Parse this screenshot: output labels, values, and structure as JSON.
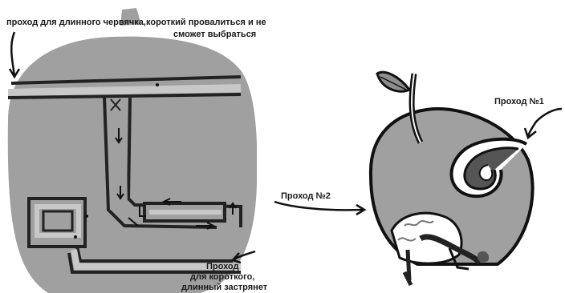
{
  "left_drawing": {
    "annotation_top_line1": "проход для длинного червячка,короткий провалиться и не",
    "annotation_top_line2": "сможет выбраться",
    "annotation_bottom_line1": "Проход",
    "annotation_bottom_line2": "для короткого,",
    "annotation_bottom_line3": "длинный застрянет"
  },
  "right_drawing": {
    "label_passage_1": "Проход №1",
    "label_passage_2": "Проход №2"
  },
  "colors": {
    "apple_fill": "#a0a0a0",
    "tunnel_light": "#c8c8c8",
    "ink": "#222222",
    "leaf": "#8e8e8e",
    "bite_white": "#ffffff"
  },
  "icons": [
    "apple-left",
    "apple-right",
    "arrow",
    "leaf",
    "stem"
  ]
}
